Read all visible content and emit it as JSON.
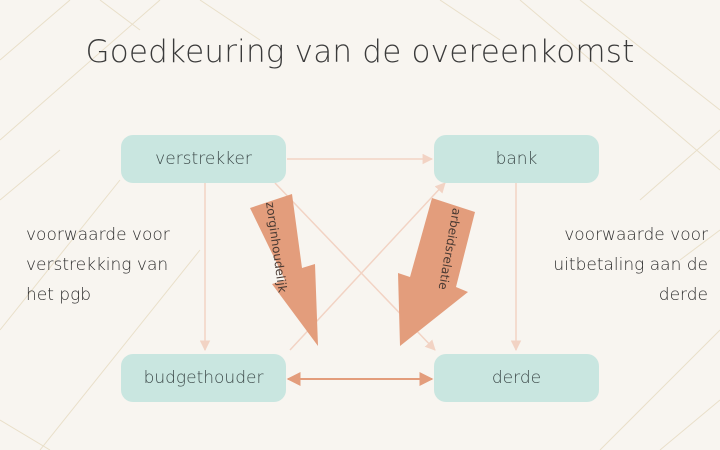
{
  "title": "Goedkeuring van de overeenkomst",
  "nodes": {
    "verstrekker": "verstrekker",
    "bank": "bank",
    "budgethouder": "budgethouder",
    "derde": "derde"
  },
  "left_note": [
    "voorwaarde voor",
    "verstrekking van",
    "het pgb"
  ],
  "right_note": [
    "voorwaarde voor",
    "uitbetaling aan de",
    "derde"
  ],
  "arrows": {
    "left_label": "zorginhoudelijk",
    "right_label": "arbeidsrelatie"
  },
  "colors": {
    "background": "#f8f5f0",
    "node_fill": "#c9e6e0",
    "big_arrow": "#e39d7c",
    "connector": "#f2d3c4",
    "double_arrow": "#e39d7c"
  }
}
